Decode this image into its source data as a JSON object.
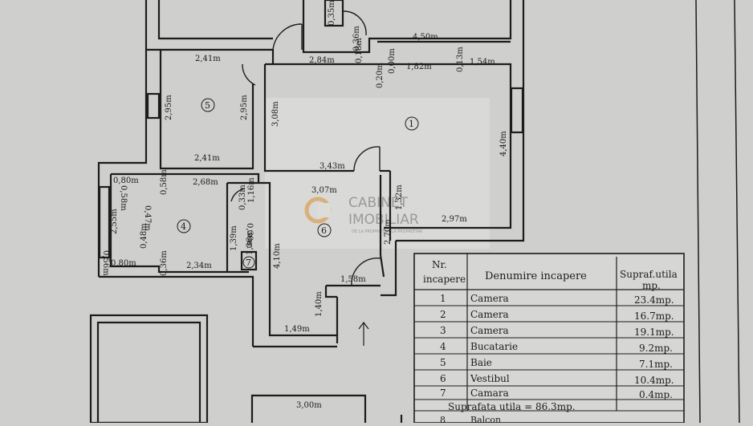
{
  "colors": {
    "paper": "#d1d1cf",
    "wall": "#1c1c1c",
    "watermark_panel": "#dcdcda",
    "watermark_logo": "#d9b07a",
    "watermark_text": "#9a9a9a"
  },
  "watermark": {
    "line1": "CABINET",
    "line2": "IMOBILIAR",
    "tagline": "DE LA PROPRIETAR LA PROPRIETAR"
  },
  "rooms": {
    "r1": "1",
    "r4": "4",
    "r5": "5",
    "r6": "6",
    "r7": "7"
  },
  "dims": {
    "d_035m": "0,35m",
    "d_036m": "0,36m",
    "d_450m": "4,50m",
    "d_241m_top": "2,41m",
    "d_284m": "2,84m",
    "d_018m": "0,18m",
    "d_000m": "0,00m",
    "d_020m": "0,20m",
    "d_182m": "1,82m",
    "d_013m": "0,13m",
    "d_154m": "1,54m",
    "d_295m_left": "2,95m",
    "d_295m_right": "2,95m",
    "d_308m": "3,08m",
    "d_440m": "4,40m",
    "d_241m_bottom": "2,41m",
    "d_343m": "3,43m",
    "d_080m_top": "0,80m",
    "d_058m_a": "0,58m",
    "d_058m_b": "0,58m",
    "d_268m": "2,68m",
    "d_307m": "3,07m",
    "d_116m": "1,16m",
    "d_033m": "0,33m",
    "d_132m": "1,32m",
    "d_047m": "0,47m",
    "d_255m": "2,55m",
    "d_297m": "2,97m",
    "d_030m": "0,30m",
    "d_048m": "0,48m",
    "d_139m": "1,39m",
    "d_136m": "1,36m",
    "d_270m": "2,70m",
    "d_410m": "4,10m",
    "d_056m": "0,56m",
    "d_080m_bottom": "0,80m",
    "d_036m_b": "0,36m",
    "d_234m": "2,34m",
    "d_158m": "1,58m",
    "d_140m": "1,40m",
    "d_149m": "1,49m",
    "d_300m": "3,00m"
  },
  "table": {
    "headers": [
      "Nr.\nincapere",
      "Denumire incapere",
      "Supraf.utila\nmp."
    ],
    "rows": [
      [
        "1",
        "Camera",
        "23.4mp."
      ],
      [
        "2",
        "Camera",
        "16.7mp."
      ],
      [
        "3",
        "Camera",
        "19.1mp."
      ],
      [
        "4",
        "Bucatarie",
        "9.2mp."
      ],
      [
        "5",
        "Baie",
        "7.1mp."
      ],
      [
        "6",
        "Vestibul",
        "10.4mp."
      ],
      [
        "7",
        "Camara",
        "0.4mp."
      ]
    ],
    "total": "Suprafata utila = 86.3mp.",
    "cut_row_number": "8",
    "cut_row_name": "Balcon"
  }
}
